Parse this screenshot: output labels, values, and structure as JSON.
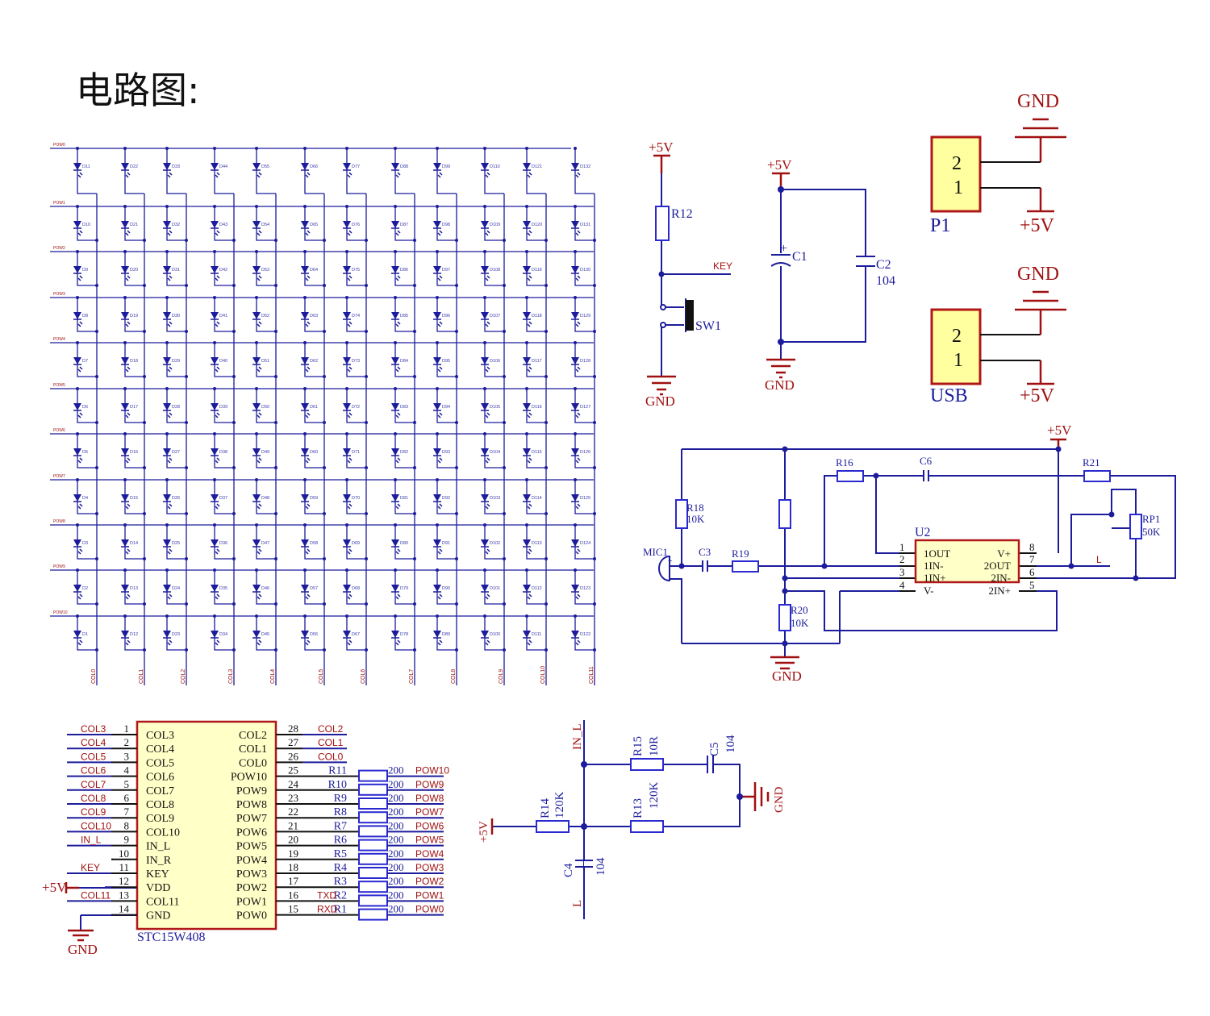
{
  "title": "电路图:",
  "colors": {
    "wire": "#1c1c9c",
    "net_label": "#a01010",
    "chip_fill": "#ffffc8",
    "chip_border": "#b01818",
    "connector_fill": "#ffffa0"
  },
  "matrix": {
    "rows": [
      "POW0",
      "POW1",
      "POW2",
      "POW3",
      "POW4",
      "POW5",
      "POW6",
      "POW7",
      "POW8",
      "POW9",
      "POW10"
    ],
    "cols": [
      "COL0",
      "COL1",
      "COL2",
      "COL3",
      "COL4",
      "COL5",
      "COL6",
      "COL7",
      "COL8",
      "COL9",
      "COL10",
      "COL11"
    ],
    "leds": [
      [
        "D11",
        "D22",
        "D33",
        "D44",
        "D55",
        "D66",
        "D77",
        "D88",
        "D99",
        "D110",
        "D121",
        "D132"
      ],
      [
        "D10",
        "D21",
        "D32",
        "D43",
        "D54",
        "D65",
        "D76",
        "D87",
        "D98",
        "D109",
        "D120",
        "D131"
      ],
      [
        "D9",
        "D20",
        "D31",
        "D42",
        "D53",
        "D64",
        "D75",
        "D86",
        "D97",
        "D108",
        "D119",
        "D130"
      ],
      [
        "D8",
        "D19",
        "D30",
        "D41",
        "D52",
        "D63",
        "D74",
        "D85",
        "D96",
        "D107",
        "D118",
        "D129"
      ],
      [
        "D7",
        "D18",
        "D29",
        "D40",
        "D51",
        "D62",
        "D73",
        "D84",
        "D95",
        "D106",
        "D117",
        "D128"
      ],
      [
        "D6",
        "D17",
        "D28",
        "D39",
        "D50",
        "D61",
        "D72",
        "D83",
        "D94",
        "D105",
        "D116",
        "D127"
      ],
      [
        "D5",
        "D16",
        "D27",
        "D38",
        "D49",
        "D60",
        "D71",
        "D82",
        "D93",
        "D104",
        "D115",
        "D126"
      ],
      [
        "D4",
        "D15",
        "D26",
        "D37",
        "D48",
        "D59",
        "D70",
        "D81",
        "D92",
        "D103",
        "D114",
        "D125"
      ],
      [
        "D3",
        "D14",
        "D25",
        "D36",
        "D47",
        "D58",
        "D69",
        "D80",
        "D91",
        "D102",
        "D113",
        "D124"
      ],
      [
        "D2",
        "D13",
        "D24",
        "D35",
        "D46",
        "D57",
        "D68",
        "D79",
        "D90",
        "D101",
        "D112",
        "D123"
      ],
      [
        "D1",
        "D12",
        "D23",
        "D34",
        "D45",
        "D56",
        "D67",
        "D78",
        "D89",
        "D100",
        "D111",
        "D122"
      ]
    ]
  },
  "key_circuit": {
    "supply": "+5V",
    "resistor": "R12",
    "net": "KEY",
    "switch": "SW1",
    "ground": "GND"
  },
  "cap_circuit": {
    "supply": "+5V",
    "c1": "C1",
    "c1_polarity": "+",
    "c2": "C2",
    "c2_value": "104",
    "ground": "GND"
  },
  "p1": {
    "pin2": "2",
    "pin1": "1",
    "label": "P1",
    "ground": "GND",
    "supply": "+5V"
  },
  "usb": {
    "pin2": "2",
    "pin1": "1",
    "label": "USB",
    "ground": "GND",
    "supply": "+5V"
  },
  "amp": {
    "supply": "+5V",
    "ground": "GND",
    "mic": "MIC1",
    "mic_polarity": "+",
    "r18": "R18",
    "r18_value": "10K",
    "c3": "C3",
    "r19": "R19",
    "r16": "R16",
    "c6": "C6",
    "r21": "R21",
    "r20": "R20",
    "r20_value": "10K",
    "rp1": "RP1",
    "rp1_value": "50K",
    "out_net": "L",
    "chip": {
      "ref": "U2",
      "left": [
        {
          "num": "1",
          "name": "1OUT"
        },
        {
          "num": "2",
          "name": "1IN-"
        },
        {
          "num": "3",
          "name": "1IN+"
        },
        {
          "num": "4",
          "name": "V-"
        }
      ],
      "right": [
        {
          "num": "8",
          "name": "V+"
        },
        {
          "num": "7",
          "name": "2OUT"
        },
        {
          "num": "6",
          "name": "2IN-"
        },
        {
          "num": "5",
          "name": "2IN+"
        }
      ]
    }
  },
  "mcu": {
    "part": "STC15W408",
    "supply": "+5V",
    "ground": "GND",
    "left_pins": [
      {
        "num": "1",
        "name": "COL3",
        "net": "COL3"
      },
      {
        "num": "2",
        "name": "COL4",
        "net": "COL4"
      },
      {
        "num": "3",
        "name": "COL5",
        "net": "COL5"
      },
      {
        "num": "4",
        "name": "COL6",
        "net": "COL6"
      },
      {
        "num": "5",
        "name": "COL7",
        "net": "COL7"
      },
      {
        "num": "6",
        "name": "COL8",
        "net": "COL8"
      },
      {
        "num": "7",
        "name": "COL9",
        "net": "COL9"
      },
      {
        "num": "8",
        "name": "COL10",
        "net": "COL10"
      },
      {
        "num": "9",
        "name": "IN_L",
        "net": "IN_L"
      },
      {
        "num": "10",
        "name": "IN_R",
        "net": ""
      },
      {
        "num": "11",
        "name": "KEY",
        "net": "KEY"
      },
      {
        "num": "12",
        "name": "VDD",
        "net": ""
      },
      {
        "num": "13",
        "name": "COL11",
        "net": "COL11"
      },
      {
        "num": "14",
        "name": "GND",
        "net": ""
      }
    ],
    "right_pins": [
      {
        "num": "28",
        "name": "COL2",
        "net": "COL2"
      },
      {
        "num": "27",
        "name": "COL1",
        "net": "COL1"
      },
      {
        "num": "26",
        "name": "COL0",
        "net": "COL0"
      },
      {
        "num": "25",
        "name": "POW10",
        "res": "R11",
        "value": "200",
        "net": "POW10"
      },
      {
        "num": "24",
        "name": "POW9",
        "res": "R10",
        "value": "200",
        "net": "POW9"
      },
      {
        "num": "23",
        "name": "POW8",
        "res": "R9",
        "value": "200",
        "net": "POW8"
      },
      {
        "num": "22",
        "name": "POW7",
        "res": "R8",
        "value": "200",
        "net": "POW7"
      },
      {
        "num": "21",
        "name": "POW6",
        "res": "R7",
        "value": "200",
        "net": "POW6"
      },
      {
        "num": "20",
        "name": "POW5",
        "res": "R6",
        "value": "200",
        "net": "POW5"
      },
      {
        "num": "19",
        "name": "POW4",
        "res": "R5",
        "value": "200",
        "net": "POW4"
      },
      {
        "num": "18",
        "name": "POW3",
        "res": "R4",
        "value": "200",
        "net": "POW3"
      },
      {
        "num": "17",
        "name": "POW2",
        "res": "R3",
        "value": "200",
        "net": "POW2"
      },
      {
        "num": "16",
        "name": "POW1",
        "res": "R2",
        "value": "200",
        "net": "POW1",
        "extra": "TXD"
      },
      {
        "num": "15",
        "name": "POW0",
        "res": "R1",
        "value": "200",
        "net": "POW0",
        "extra": "RXD"
      }
    ]
  },
  "filter": {
    "in_net": "IN_L",
    "out_net": "L",
    "supply": "+5V",
    "ground": "GND",
    "r15": "R15",
    "r15_value": "10R",
    "c5": "C5",
    "c5_value": "104",
    "r13": "R13",
    "r13_value": "120K",
    "r14": "R14",
    "r14_value": "120K",
    "c4": "C4",
    "c4_value": "104"
  }
}
